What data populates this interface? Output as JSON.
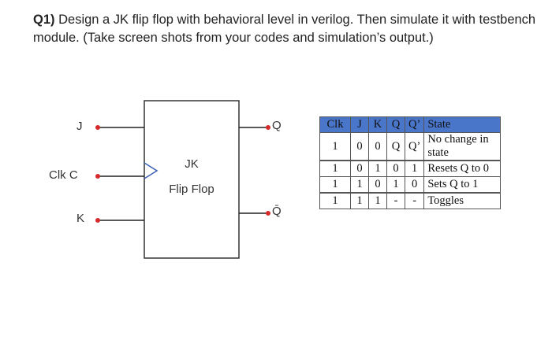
{
  "question": {
    "number": "Q1)",
    "text": " Design a JK flip flop with behavioral level in verilog. Then simulate it with testbench module. (Take screen shots from your codes and simulation’s output.)"
  },
  "diagram": {
    "input_j": "J",
    "input_clk": "Clk C",
    "input_k": "K",
    "box_line1": "JK",
    "box_line2": "Flip Flop",
    "output_q": "Q",
    "output_qbar": "Q̄",
    "colors": {
      "pin_dot": "#d42a2a",
      "box_border": "#333333",
      "clock_triangle": "#3a5fb5"
    }
  },
  "truth_table": {
    "headers": [
      "Clk",
      "J",
      "K",
      "Q",
      "Q’",
      "State"
    ],
    "rows": [
      [
        "1",
        "0",
        "0",
        "Q",
        "Q’",
        "No change in state"
      ],
      [
        "1",
        "0",
        "1",
        "0",
        "1",
        "Resets Q to 0"
      ],
      [
        "1",
        "1",
        "0",
        "1",
        "0",
        "Sets Q to 1"
      ],
      [
        "1",
        "1",
        "1",
        "-",
        "-",
        "Toggles"
      ]
    ],
    "header_color": "#4a76c9"
  }
}
